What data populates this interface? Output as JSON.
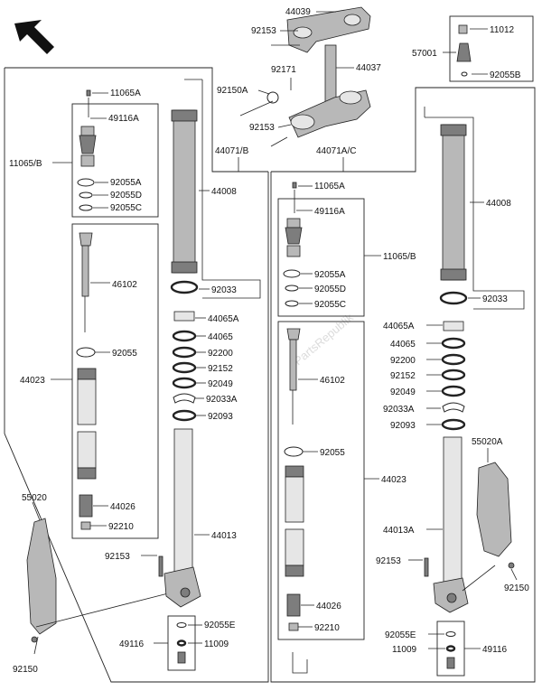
{
  "diagram": {
    "watermark": "PartsRepublik",
    "labels": {
      "a44039": "44039",
      "a92153_top": "92153",
      "a92171": "92171",
      "a44037": "44037",
      "a92150A": "92150A",
      "a92153_mid": "92153",
      "a11012": "11012",
      "a57001": "57001",
      "a92055B": "92055B",
      "a44071B": "44071/B",
      "a44071AC": "44071A/C",
      "L11065A": "11065A",
      "L49116A": "49116A",
      "L11065B": "11065/B",
      "L92055A": "92055A",
      "L92055D": "92055D",
      "L92055C": "92055C",
      "L46102": "46102",
      "L92055": "92055",
      "L44023": "44023",
      "L44026": "44026",
      "L92210": "92210",
      "L55020": "55020",
      "L92150": "92150",
      "L92153": "92153",
      "L44008": "44008",
      "L92033": "92033",
      "L44065A": "44065A",
      "L44065": "44065",
      "L92200": "92200",
      "L92152": "92152",
      "L92049": "92049",
      "L92033A": "92033A",
      "L92093": "92093",
      "L44013": "44013",
      "L92055E": "92055E",
      "L49116": "49116",
      "L11009": "11009",
      "R11065A": "11065A",
      "R49116A": "49116A",
      "R11065B": "11065/B",
      "R92055A": "92055A",
      "R92055D": "92055D",
      "R92055C": "92055C",
      "R44008": "44008",
      "R92033": "92033",
      "R46102": "46102",
      "R92055": "92055",
      "R44023": "44023",
      "R44026": "44026",
      "R92210": "92210",
      "R44065A": "44065A",
      "R44065": "44065",
      "R92200": "92200",
      "R92152": "92152",
      "R92049": "92049",
      "R92033A": "92033A",
      "R92093": "92093",
      "R55020A": "55020A",
      "R44013A": "44013A",
      "R92153": "92153",
      "R92150": "92150",
      "R92055E": "92055E",
      "R11009": "11009",
      "R49116": "49116"
    }
  }
}
